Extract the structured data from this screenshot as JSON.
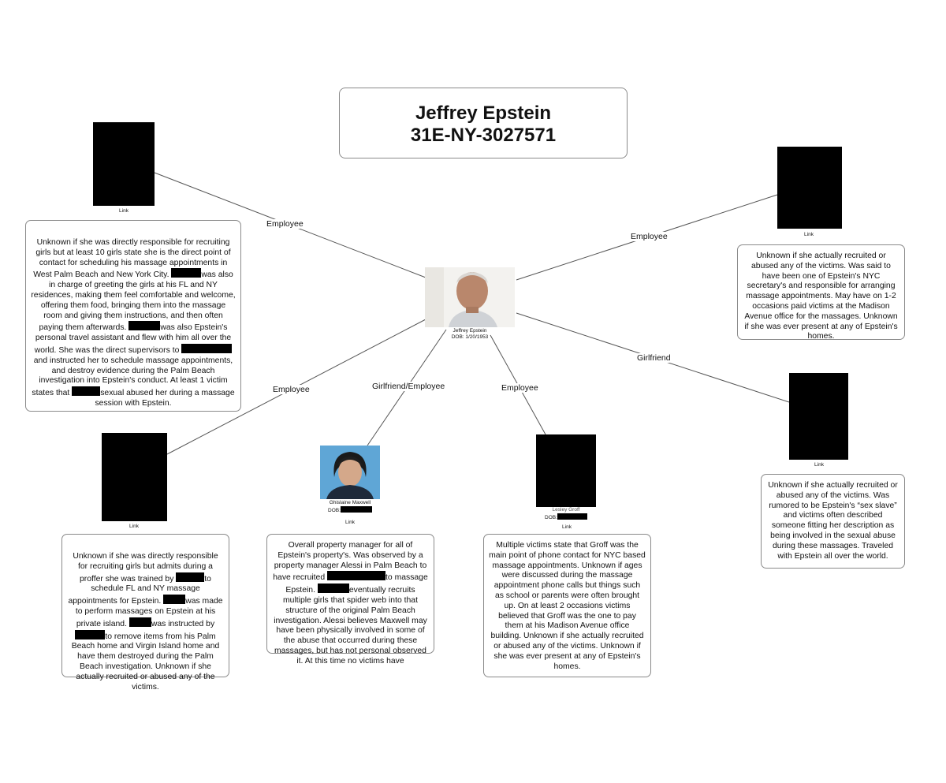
{
  "case": {
    "name": "Jeffrey Epstein",
    "number": "31E-NY-3027571"
  },
  "center": {
    "caption_name": "Jeffrey Epstein",
    "caption_dob": "DOB: 1/20/1953"
  },
  "link_label": "Link",
  "relations": {
    "top_left": "Employee",
    "top_right": "Employee",
    "right": "Girlfriend",
    "bottom_left": "Employee",
    "maxwell": "Girlfriend/Employee",
    "groff": "Employee"
  },
  "maxwell": {
    "caption_name": "Ghislaine Maxwell",
    "caption_dob": "DOB:"
  },
  "groff": {
    "caption_name": "Lesley Groff",
    "caption_dob": "DOB:"
  },
  "descriptions": {
    "top_left": {
      "p1": "Unknown if she was directly responsible for recruiting girls but at least 10 girls state she is the direct point of contact for scheduling his massage appointments in West Palm Beach and New York City.",
      "p2": "was also in charge of greeting the girls at his FL and NY residences, making them feel comfortable and welcome, offering them food, bringing them into the massage room and giving them instructions, and then often paying them afterwards.",
      "p3": "was also Epstein's personal travel assistant and flew with him all over the world.  She was the direct supervisors to",
      "p4": "and instructed her to schedule massage appointments, and destroy evidence during the Palm Beach investigation into Epstein's conduct.  At least 1 victim states that",
      "p5": "sexual abused her during a massage session with Epstein."
    },
    "top_right": {
      "p1": "Unknown if she actually recruited or abused any of the victims.  Was said to have been one of Epstein's NYC secretary's and responsible for arranging massage appointments.  May have on 1-2 occasions paid victims at the Madison Avenue office for the massages.  Unknown if she was ever present at any of Epstein's homes."
    },
    "right": {
      "p1": "Unknown if she actually recruited or abused any of the victims.  Was rumored to be Epstein's “sex slave” and victims often described someone fitting her description as being involved in the sexual abuse during these massages.  Traveled with Epstein all over the world."
    },
    "bottom_left": {
      "p1": "Unknown if she was directly responsible for recruiting girls but admits during a proffer she was trained by",
      "p2": "to schedule FL and NY massage appointments for Epstein.",
      "p3": "was made to perform massages on Epstein at his private island.",
      "p4": "was instructed by",
      "p5": "to remove items from his Palm Beach home and Virgin Island home and have them destroyed during the Palm Beach investigation.  Unknown if she actually recruited or abused any of the victims."
    },
    "maxwell": {
      "p1": "Overall property manager for all of Epstein's property's.  Was observed by a property manager Alessi in Palm Beach to have recruited",
      "p2": "to massage Epstein.",
      "p3": "eventually recruits multiple girls that spider web into that structure of the original Palm Beach investigation.  Alessi believes Maxwell may have been physically involved in some of the abuse that occurred during these massages, but has not personal observed it.  At this time no victims have"
    },
    "groff": {
      "p1": "Multiple victims state that Groff was the main point of phone contact for NYC based massage appointments.  Unknown if ages were discussed during the massage appointment phone calls but things such as school or parents were often brought up.  On at least 2 occasions victims believed that Groff was the one to pay them at his Madison Avenue office building.  Unknown if she actually recruited or abused any of the victims.  Unknown if she was ever present at any of Epstein's homes."
    }
  }
}
